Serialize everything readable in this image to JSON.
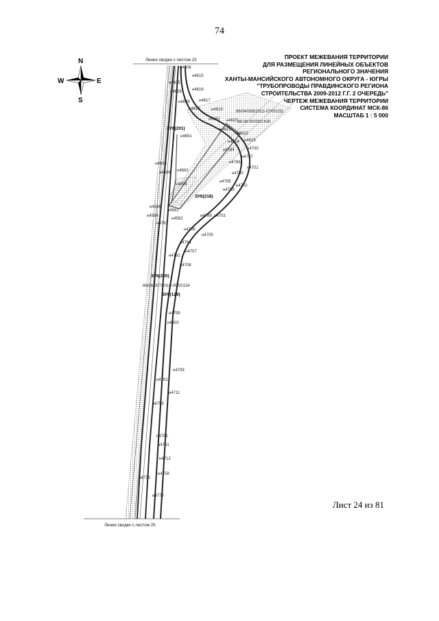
{
  "page_number": "74",
  "title_lines": [
    "ПРОЕКТ МЕЖЕВАНИЯ ТЕРРИТОРИИ",
    "ДЛЯ РАЗМЕЩЕНИЯ ЛИНЕЙНЫХ ОБЪЕКТОВ",
    "РЕГИОНАЛЬНОГО ЗНАЧЕНИЯ",
    "ХАНТЫ-МАНСИЙСКОГО АВТОНОМНОГО ОКРУГА - ЮГРЫ",
    "\"ТРУБОПРОВОДЫ ПРАВДИНСКОГО РЕГИОНА",
    "СТРОИТЕЛЬСТВА 2009-2012 Г.Г. 2 ОЧЕРЕДЬ\"",
    "ЧЕРТЕЖ МЕЖЕВАНИЯ ТЕРРИТОРИИ",
    "СИСТЕМА КООРДИНАТ МСК-86",
    "МАСШТАБ 1 : 5 000"
  ],
  "sheet_label": "Лист 24 из 81",
  "compass": {
    "north": "N",
    "south": "S",
    "west": "W",
    "east": "E"
  },
  "join_line_top": "Линия сводки с листом 23",
  "join_line_bottom": "Линия сводки с листом 25",
  "cadastral_numbers": {
    "top": "86/04/008/2013-07/00233",
    "second": "86:08:000000:430",
    "middle": "86/04/007/2010-09/00134"
  },
  "parcels": {
    "zu201": "ЗУ6(201)",
    "zu218": "ЗУ6(218)",
    "zu220": "ЗУ6(220)",
    "zu129": "ЗУ6(129)"
  },
  "points": {
    "p4615": "н4615",
    "p4616": "н4616",
    "p4617": "н4617",
    "p4618": "н4618",
    "p4619": "н4619",
    "p4620": "н4620",
    "p4621": "н4621",
    "p4622": "н4622",
    "p4623": "н4623",
    "p4624": "н4624",
    "p4625": "н4625",
    "p4626": "н4626",
    "p4682": "н4682",
    "p4691": "н4691",
    "p4692": "н4692",
    "p4695": "н4695",
    "p4696": "н4696",
    "p4698": "н4698",
    "p4699": "н4699",
    "p4700": "н4700",
    "p4701": "н4701",
    "p4702": "н4702",
    "p4703": "н4703",
    "p4705": "н4705",
    "p4706": "н4706",
    "p4707": "н4707",
    "p4708": "н4708",
    "p4709": "н4709",
    "p4711": "н4711",
    "p4713": "н4713",
    "p4758": "н4758",
    "p4759": "н4759",
    "p4761": "н4761",
    "p4762": "н4762",
    "p4763": "н4763",
    "p4764": "н4764",
    "p4779": "н4779",
    "p4780": "н4780",
    "p4782": "н4782",
    "p4784": "н4784",
    "p4785": "н4785",
    "p4786": "н4786",
    "p4787": "н4787",
    "p4788": "н4788",
    "p4789": "н4789",
    "p4799": "н4799",
    "p4800": "н4800",
    "p4581": "н4581",
    "p4582": "н4582",
    "p4584": "н4584",
    "p4586": "н4586",
    "p4606": "н4606"
  },
  "colors": {
    "boundary": "#222222",
    "corridor": "#bbbbbb",
    "hatch": "#d8d8d8"
  }
}
